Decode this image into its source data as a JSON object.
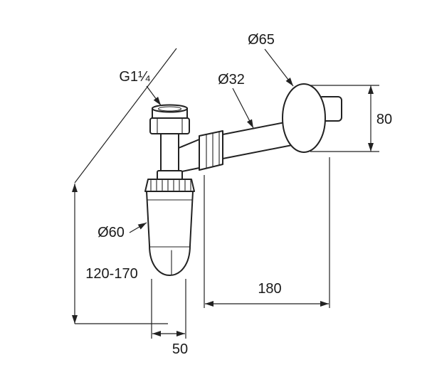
{
  "page": {
    "background": "#ffffff",
    "line_color": "#222222"
  },
  "dimensions": {
    "thread_size": "G1¼",
    "rosette_diameter": "Ø65",
    "pipe_diameter": "Ø32",
    "body_diameter": "Ø60",
    "rosette_height": "80",
    "inlet_height_range": "120-170",
    "outlet_length": "180",
    "body_bottom_width": "50"
  }
}
